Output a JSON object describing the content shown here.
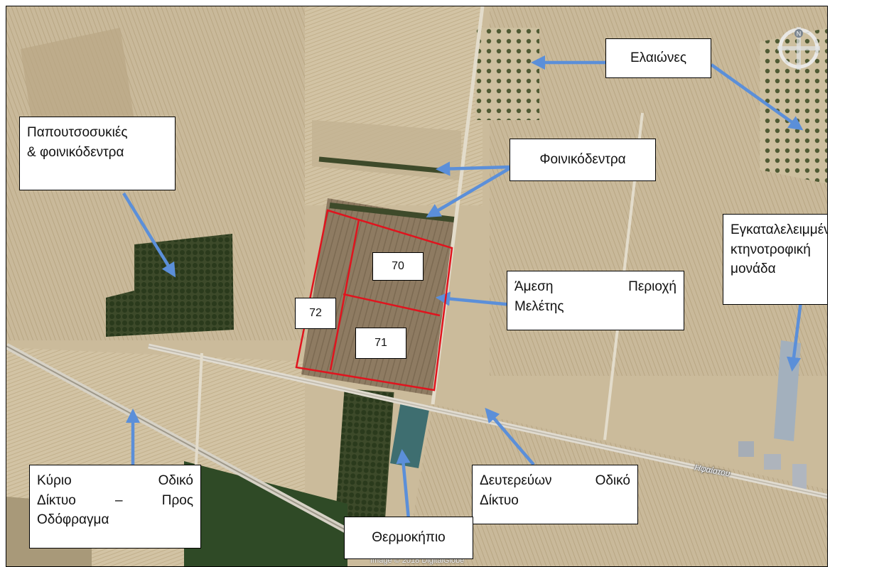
{
  "labels": {
    "olive_groves": "Ελαιώνες",
    "prickly_palms": [
      "Παπουτσοσυκιές",
      "& φοινικόδεντρα"
    ],
    "palms": "Φοινικόδεντρα",
    "livestock": [
      "Εγκαταλελειμμένη",
      "κτηνοτροφική",
      "μονάδα"
    ],
    "study_area": [
      "Άμεση Περιοχή",
      "Μελέτης"
    ],
    "main_road": [
      "Κύριο Οδικό",
      "Δίκτυο – Προς",
      "Οδόφραγμα"
    ],
    "secondary_road": [
      "Δευτερεύων Οδικό",
      "Δίκτυο"
    ],
    "greenhouse": "Θερμοκήπιο"
  },
  "parcels": [
    "70",
    "71",
    "72"
  ],
  "street_name": "Ηφαίστου",
  "credit": "Image © 2018 DigitalGlobe",
  "compass_letter": "N",
  "colors": {
    "parcel_outline": "#e0141e",
    "arrow": "#5b8fd9"
  },
  "icons": [
    "compass-icon"
  ]
}
